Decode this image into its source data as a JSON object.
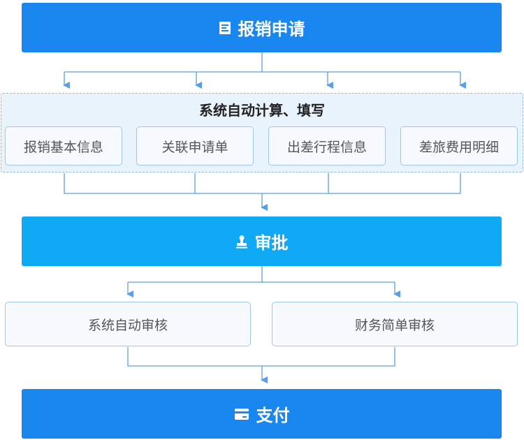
{
  "flow": {
    "submit": {
      "label": "报销申请",
      "icon": "receipt-icon"
    },
    "auto_fill": {
      "title": "系统自动计算、填写",
      "items": [
        "报销基本信息",
        "关联申请单",
        "出差行程信息",
        "差旅费用明细"
      ]
    },
    "approve": {
      "label": "审批",
      "icon": "stamp-icon"
    },
    "reviews": [
      "系统自动审核",
      "财务简单审核"
    ],
    "pay": {
      "label": "支付",
      "icon": "card-icon"
    }
  },
  "colors": {
    "primary": "#1a87f0",
    "approve": "#0fa9f5",
    "panel_bg": "#e9f3fb",
    "connector": "#5a9fe3"
  }
}
